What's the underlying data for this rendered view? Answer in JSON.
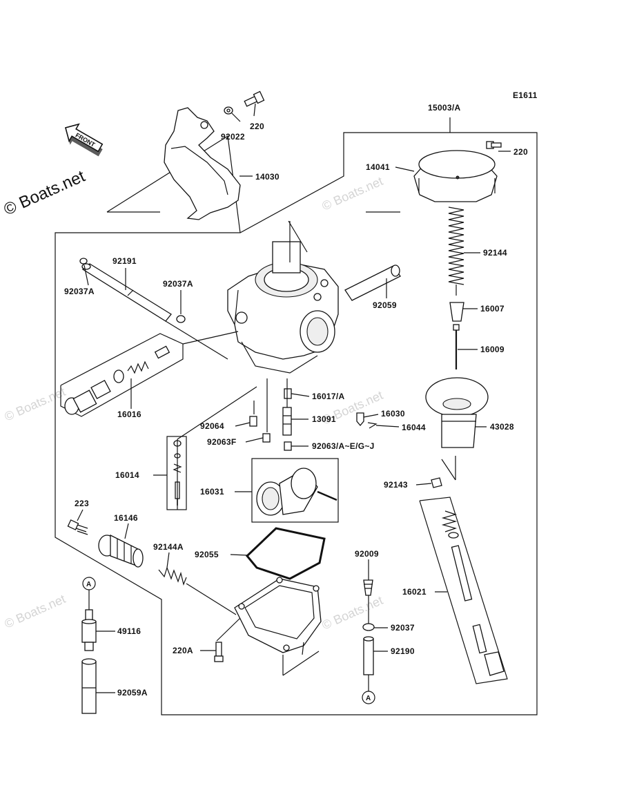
{
  "diagram_code": "E1611",
  "watermark": "© Boats.net",
  "front_label": "FRONT",
  "labels": {
    "p15003": "15003/A",
    "p220a": "220",
    "p92022": "92022",
    "p220b": "220",
    "p14030": "14030",
    "p14041": "14041",
    "p92144": "92144",
    "p16007": "16007",
    "p16009": "16009",
    "p92191": "92191",
    "p92037a1": "92037A",
    "p92037a2": "92037A",
    "p92059": "92059",
    "p16017": "16017/A",
    "p16030": "16030",
    "p16044": "16044",
    "p43028": "43028",
    "p16016": "16016",
    "p92064": "92064",
    "p13091": "13091",
    "p92063f": "92063F",
    "p92063": "92063/A~E/G~J",
    "p16014": "16014",
    "p92143": "92143",
    "p16031": "16031",
    "p223": "223",
    "p16146": "16146",
    "p92144a": "92144A",
    "p92055": "92055",
    "p92009": "92009",
    "p16021": "16021",
    "p49116": "49116",
    "p92037": "92037",
    "p220a2": "220A",
    "p92190": "92190",
    "p92059a": "92059A"
  },
  "ref_markers": {
    "top": "A",
    "bottom": "A"
  }
}
